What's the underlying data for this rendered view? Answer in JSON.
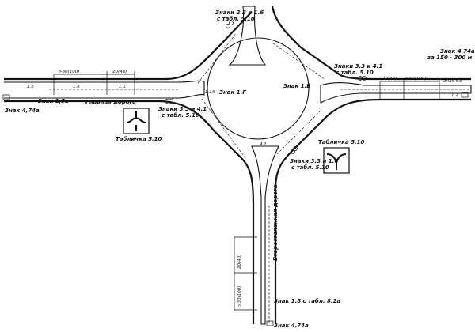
{
  "labels": {
    "main_road": "Главная дорога",
    "secondary_road": "Второстепенная дорога",
    "sign_west_end": "Знак 4,74а",
    "sign_west_15a": "Знак 1,5а",
    "signs_west_33_41": "Знаки 3.3 и 4.1",
    "signs_west_33_41_tab": "с табл. 5.10",
    "plate_west": "Табличка 5.10",
    "sign_west_island": "Знак 1.Г",
    "signs_north": "Знаки 2.3 и 1.6",
    "signs_north_tab": "с табл. 5.10",
    "sign_east_island": "Знак 1.Б",
    "signs_east": "Знаки 3.3 и 4.1",
    "signs_east_tab": "с табл. 5.10",
    "sign_east_end": "Знак 4.74а",
    "sign_east_end_dist": "за 150 - 300 м",
    "sign_east_plate": "Знак 5.5",
    "plate_south": "Табличка 5.10",
    "signs_south": "Знаки 3.3 и 1.6",
    "signs_south_tab": "с табл. 5.10",
    "sign_south_18": "Знак 1.8 с табл. 8.2а",
    "sign_south_end": "Знак 4.74а"
  },
  "dimensions": {
    "west_1": ">30(100)",
    "west_2": "20(48)",
    "east_1": "20(40)",
    "east_2": ">50(100)",
    "south_1": "20(40)",
    "south_2": ">30(100)"
  },
  "markings": {
    "m11": "1.1",
    "m15": "1.5",
    "m16": "1.6",
    "m12": "1.2",
    "m113": "1.13",
    "m41": "4.1"
  }
}
